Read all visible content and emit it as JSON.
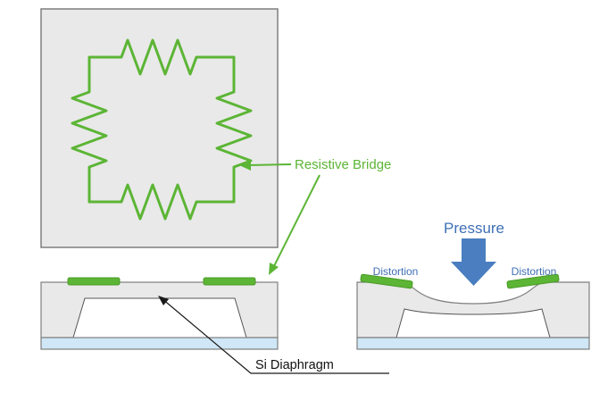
{
  "labels": {
    "resistive_bridge": "Resistive Bridge",
    "si_diaphragm": "Si Diaphragm",
    "pressure": "Pressure",
    "distortion_left": "Distortion",
    "distortion_right": "Distortion"
  },
  "colors": {
    "green": "#5cb535",
    "green_dark": "#4a9b28",
    "arrow_blue": "#4a7ec0",
    "label_blue": "#3f6fb5",
    "gray_fill": "#e9e9e9",
    "outline": "#7f7f7f",
    "cavity_line": "#555555",
    "base_blue": "#cfe7f7",
    "leader_black": "#1a1a1a"
  }
}
